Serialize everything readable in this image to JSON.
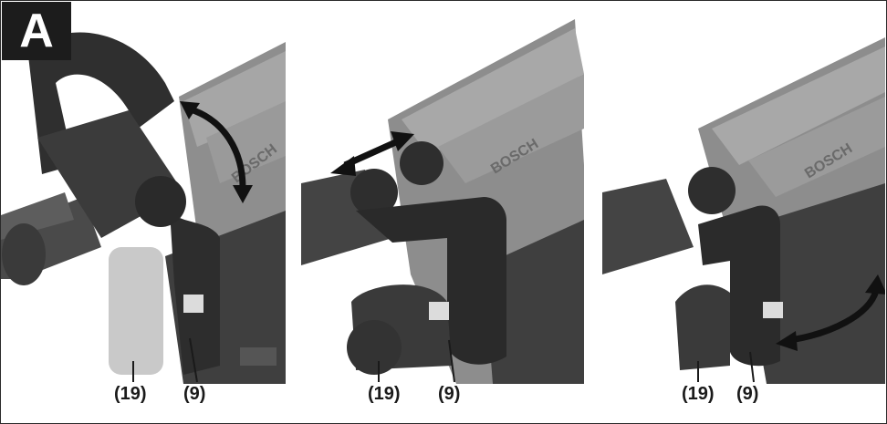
{
  "figure": {
    "tag": "A",
    "brand": "BOSCH",
    "panels": [
      {
        "label_left": "(19)",
        "label_right": "(9)"
      },
      {
        "label_left": "(19)",
        "label_right": "(9)"
      },
      {
        "label_left": "(19)",
        "label_right": "(9)"
      }
    ]
  },
  "colors": {
    "tool_body": "#8d8d8d",
    "tool_dark": "#3e3e3e",
    "handle": "#2c2c2c",
    "arrow": "#111111",
    "background": "#ffffff"
  }
}
